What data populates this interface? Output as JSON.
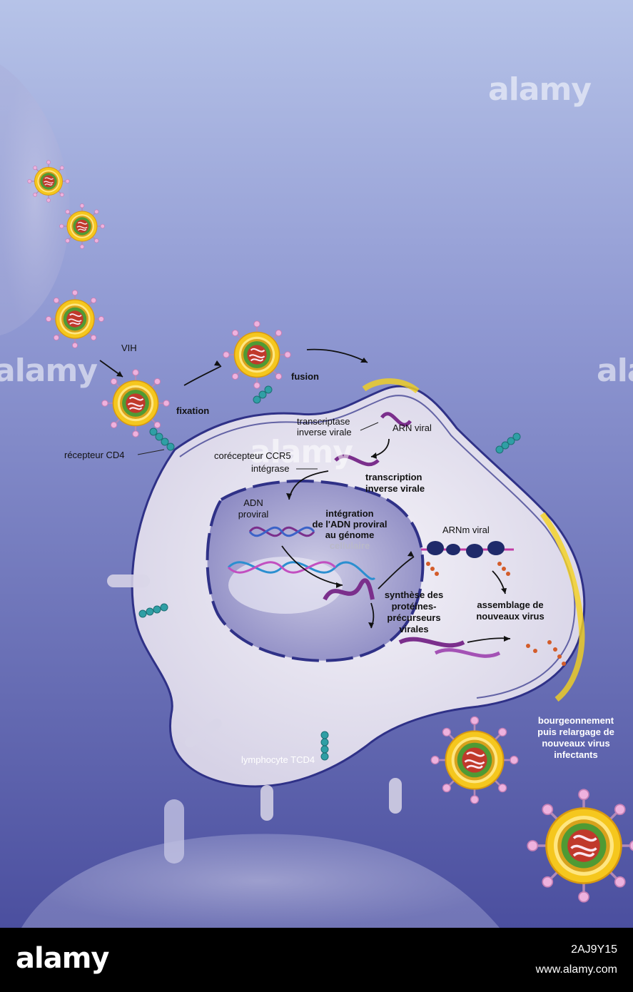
{
  "labels": {
    "vih": "VIH",
    "fixation": "fixation",
    "fusion": "fusion",
    "recepteur_cd4": "récepteur CD4",
    "corecepteur": "corécepteur CCR5",
    "integrase": "intégrase",
    "transcriptase_1": "transcriptase",
    "transcriptase_2": "inverse virale",
    "arn_viral": "ARN viral",
    "transcription_1": "transcription",
    "transcription_2": "inverse virale",
    "adn_1": "ADN",
    "adn_2": "proviral",
    "integration_1": "intégration",
    "integration_2": "de l'ADN proviral",
    "integration_3": "au génome",
    "integration_4": "cellulaire",
    "arnm_viral": "ARNm viral",
    "synthese_1": "synthèse des",
    "synthese_2": "protéines-",
    "synthese_3": "précurseurs",
    "synthese_4": "virales",
    "assemblage_1": "assemblage de",
    "assemblage_2": "nouveaux virus",
    "bourgeon_1": "bourgeonnement",
    "bourgeon_2": "puis relargage de",
    "bourgeon_3": "nouveaux virus",
    "bourgeon_4": "infectants",
    "lymphocyte": "lymphocyte TCD4"
  },
  "watermark": "alamy",
  "footer": {
    "logo": "alamy",
    "image_id": "2AJ9Y15",
    "url": "www.alamy.com"
  },
  "colors": {
    "background_top": "#a9b6e0",
    "background_bottom": "#4a4ea0",
    "cell": "#e6e3ef",
    "nucleus": "#8a88c0",
    "membrane": "#3a3a8a",
    "virus_shell": "#f3c61e",
    "virus_core": "#5a9a3a",
    "virus_inner": "#c0392b",
    "spike": "#e7a6d6",
    "receptor": "#3aa3a3"
  }
}
